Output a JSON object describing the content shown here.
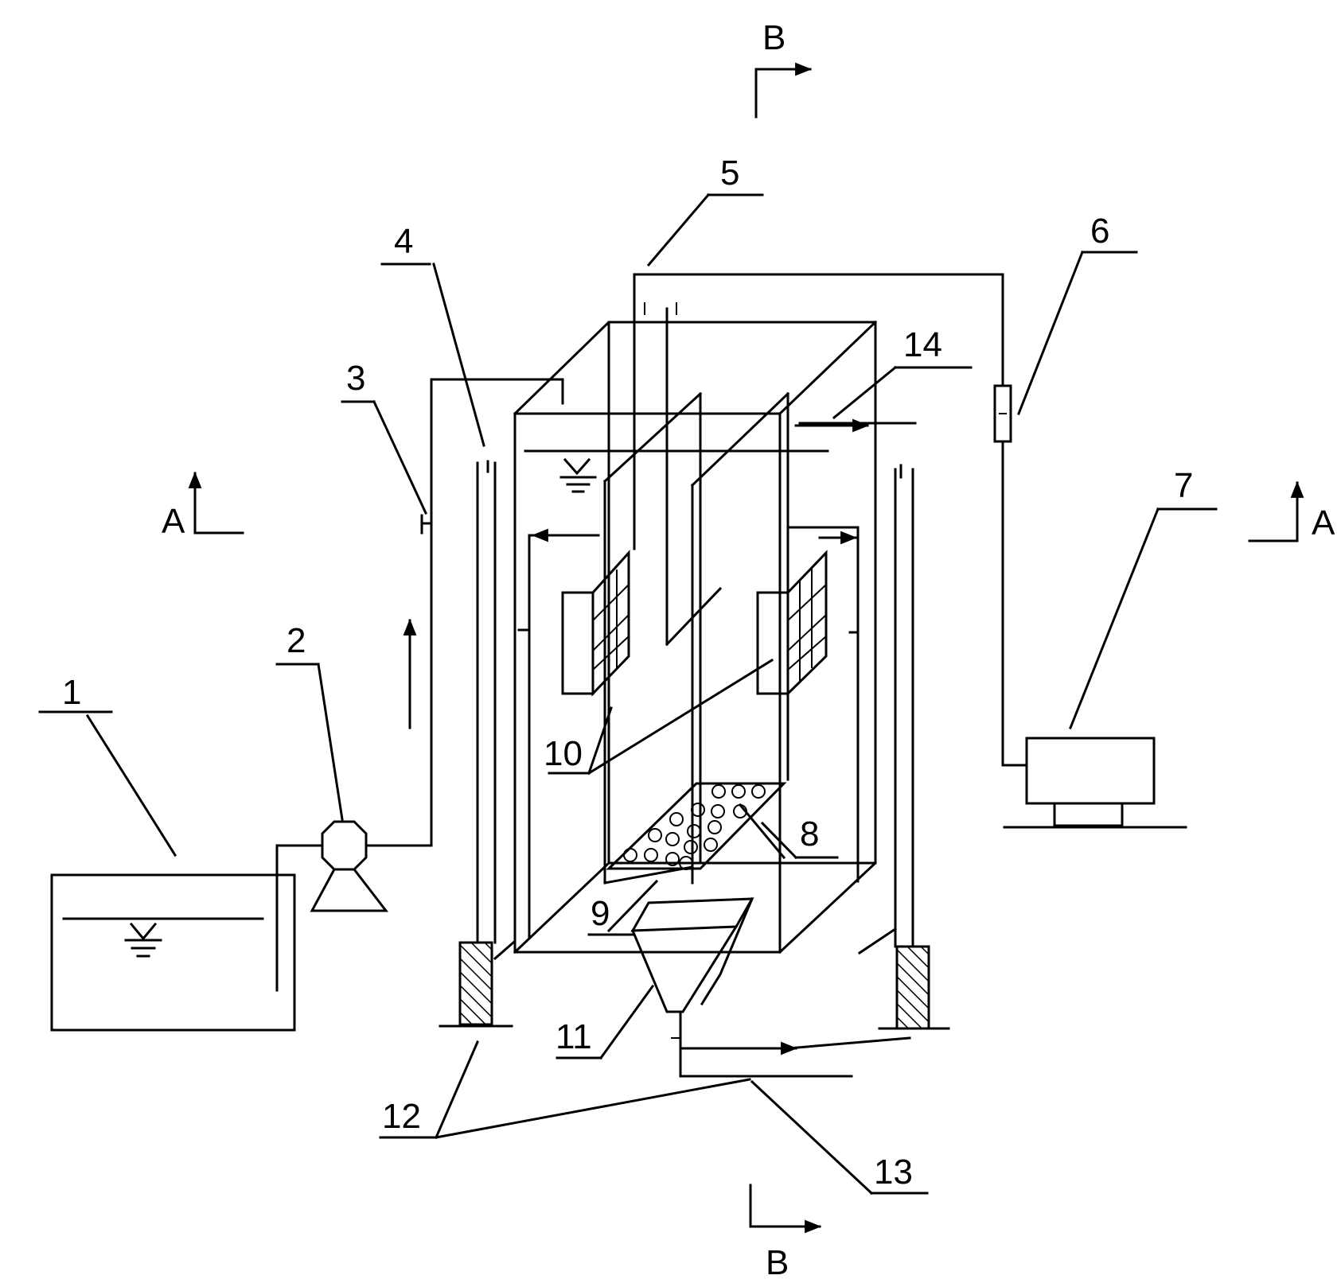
{
  "labels": {
    "l1": "1",
    "l2": "2",
    "l3": "3",
    "l4": "4",
    "l5": "5",
    "l6": "6",
    "l7": "7",
    "l8": "8",
    "l9": "9",
    "l10": "10",
    "l11": "11",
    "l12": "12",
    "l13": "13",
    "l14": "14",
    "sectionA": "A",
    "sectionB": "B"
  },
  "colors": {
    "line": "#000000",
    "background": "#ffffff"
  }
}
